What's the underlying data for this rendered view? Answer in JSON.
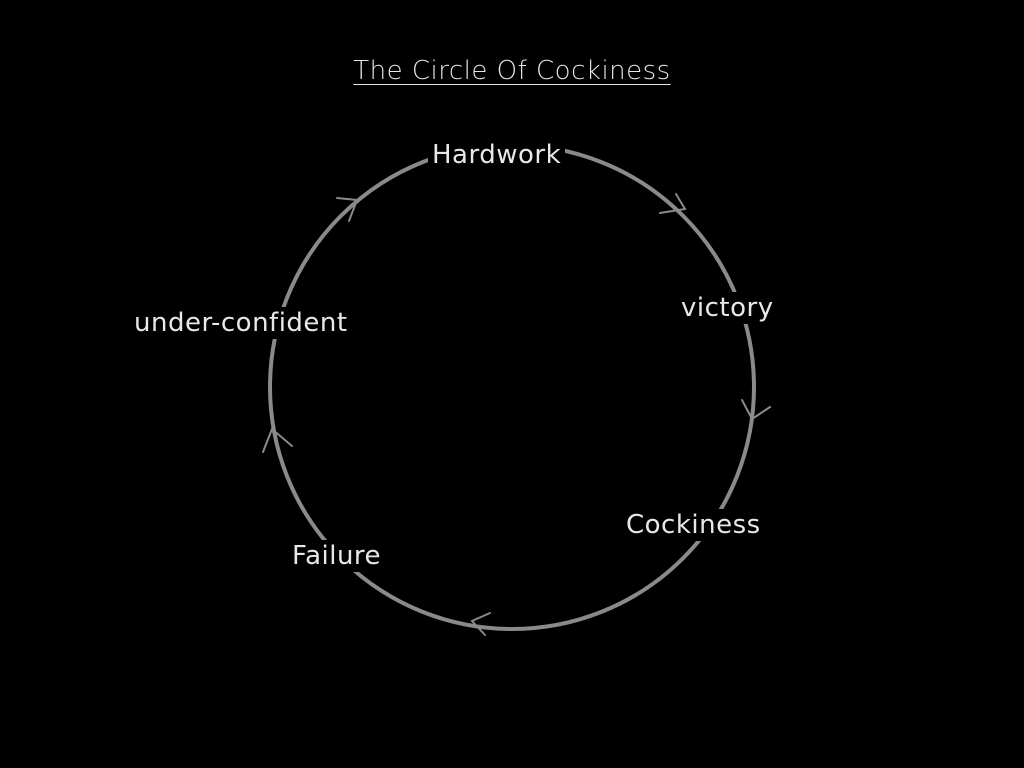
{
  "title": "The Circle Of Cockiness",
  "cycle": {
    "nodes": [
      {
        "label": "Hardwork"
      },
      {
        "label": "victory"
      },
      {
        "label": "Cockiness"
      },
      {
        "label": "Failure"
      },
      {
        "label": "under-confident"
      }
    ],
    "direction": "clockwise",
    "circle_color": "#8a8a8a",
    "text_color": "#e8e8e8",
    "background": "#000000"
  }
}
